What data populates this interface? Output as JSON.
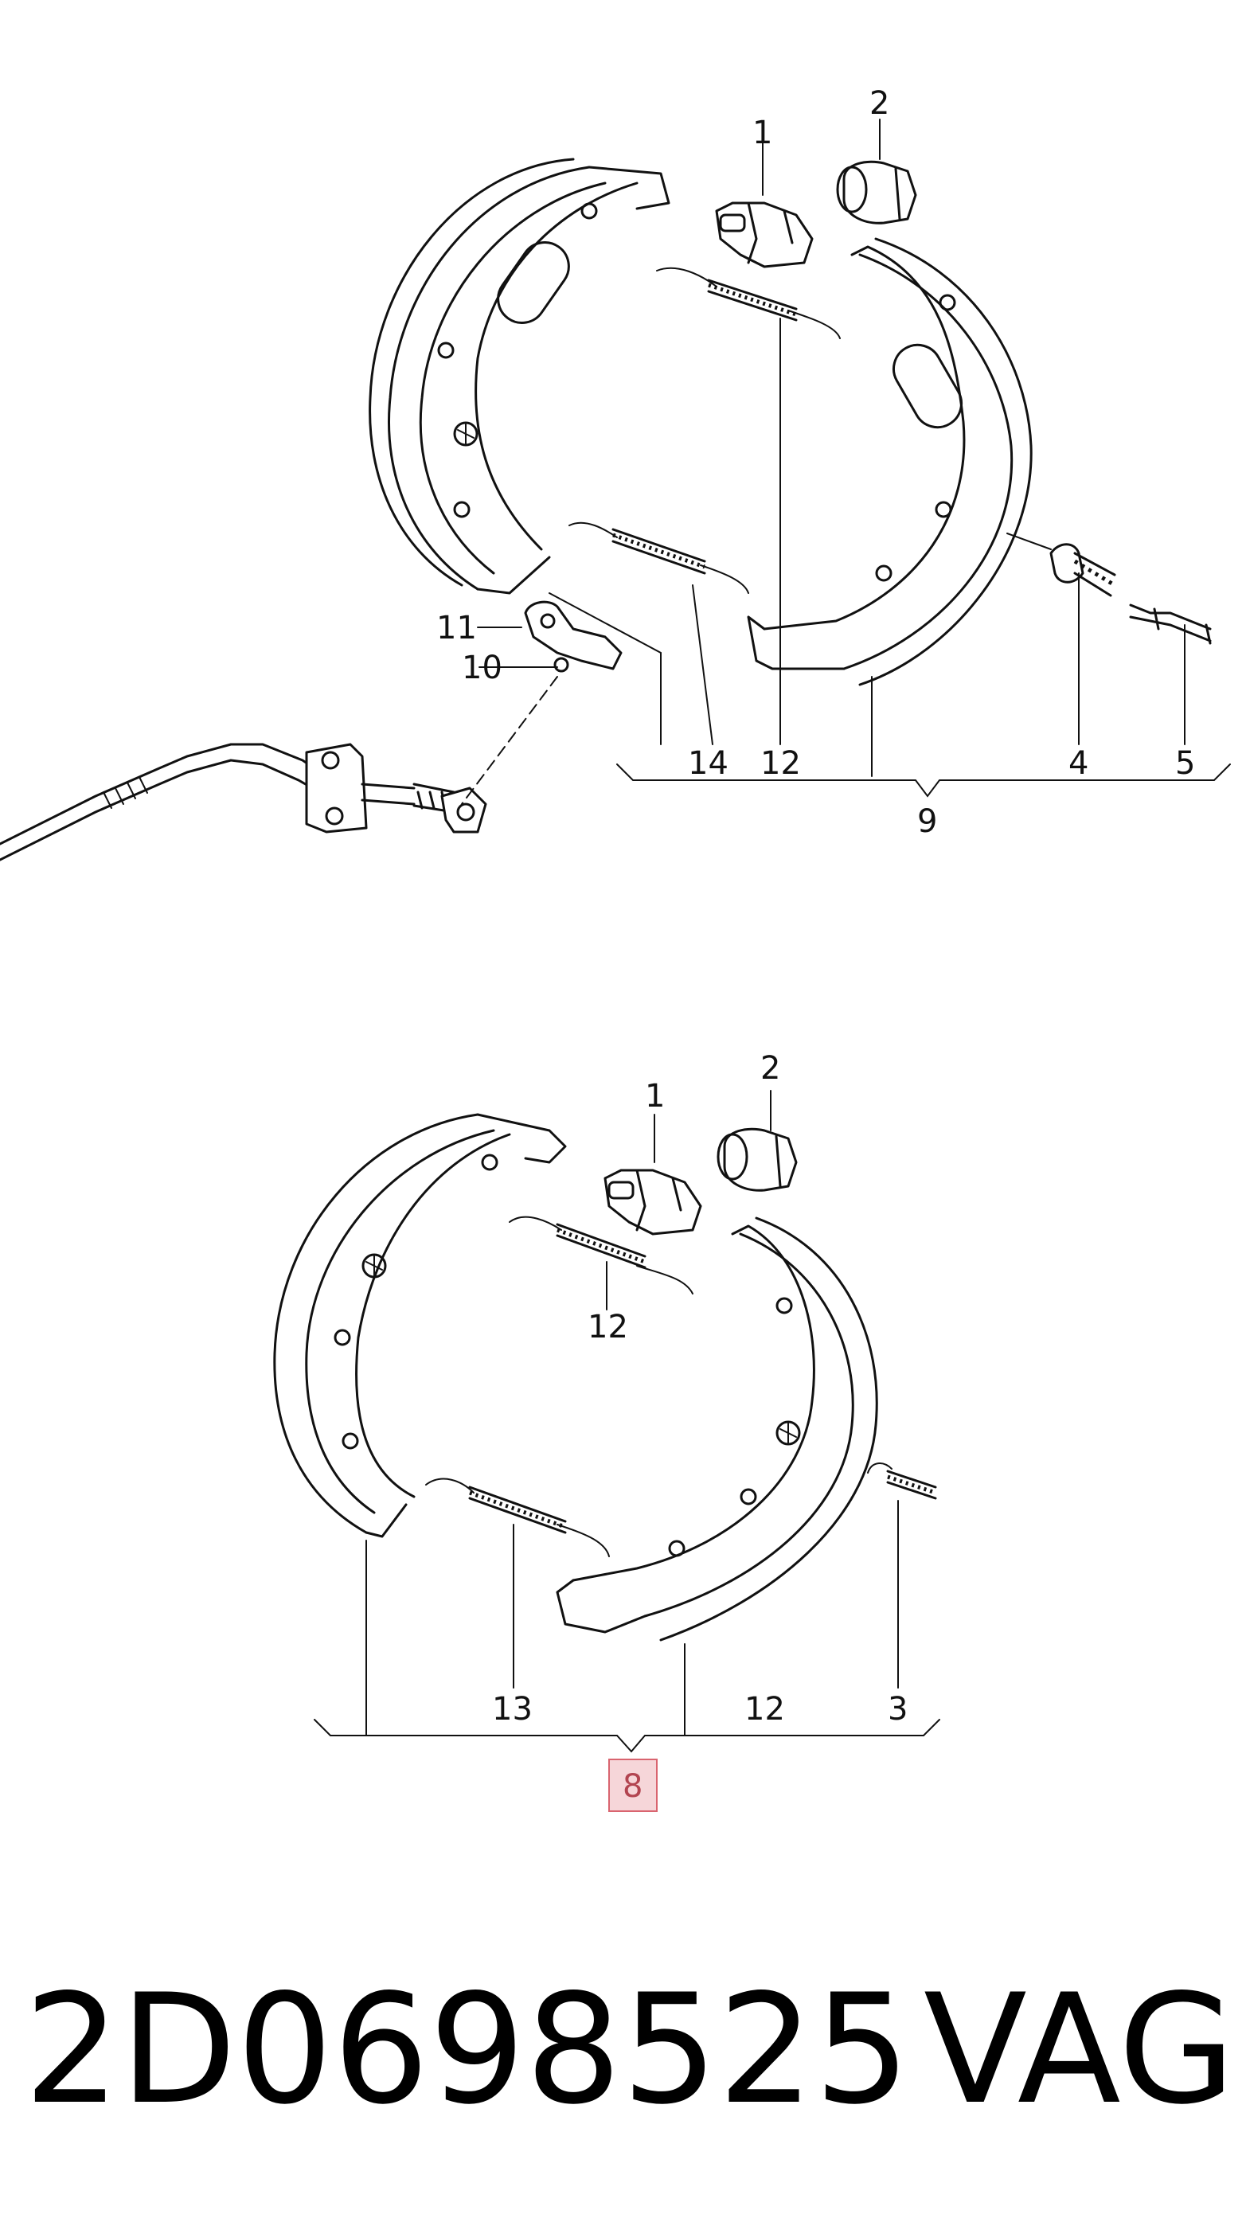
{
  "diagram_top": {
    "callouts": {
      "c1": "1",
      "c2": "2",
      "c11": "11",
      "c10": "10",
      "c14": "14",
      "c12": "12",
      "c4": "4",
      "c5": "5",
      "c9": "9"
    }
  },
  "diagram_bottom": {
    "callouts": {
      "c1": "1",
      "c2": "2",
      "c12a": "12",
      "c13": "13",
      "c12b": "12",
      "c3": "3",
      "c8": "8"
    },
    "highlight_color": "#d9646f"
  },
  "footer": {
    "part_number": "2D0698525",
    "brand": "VAG"
  }
}
